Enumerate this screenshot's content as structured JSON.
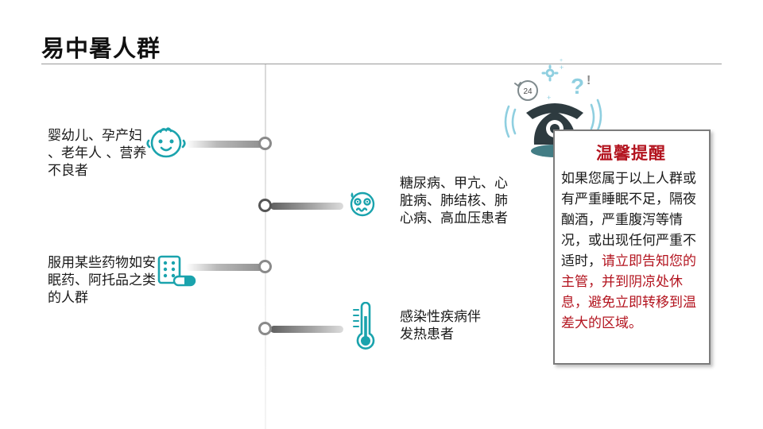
{
  "page": {
    "title": "易中暑人群"
  },
  "groups": [
    {
      "text": "婴幼儿、孕产妇 、老年人 、营养不良者",
      "icon": "baby-face-icon"
    },
    {
      "text": "糖尿病、甲亢、心脏病、肺结核、肺心病、高血压患者",
      "icon": "sweating-face-icon"
    },
    {
      "text": "服用某些药物如安眠药、阿托品之类的人群",
      "icon": "pill-pack-icon"
    },
    {
      "text": "感染性疾病伴发热患者",
      "icon": "thermometer-icon"
    }
  ],
  "notice": {
    "title": "温馨提醒",
    "body_normal": "如果您属于以上人群或有严重睡眠不足，隔夜酗酒，严重腹泻等情况，或出现任何严重不适时，",
    "body_highlight": "请立即告知您的主管，并到阴凉处休息，避免立即转移到温差大的区域。",
    "clock_label": "24",
    "icon": "telephone-icon"
  },
  "colors": {
    "accent_teal": "#1aa3ad",
    "alert_red": "#b3141f",
    "phone_dark": "#2e3b40"
  }
}
